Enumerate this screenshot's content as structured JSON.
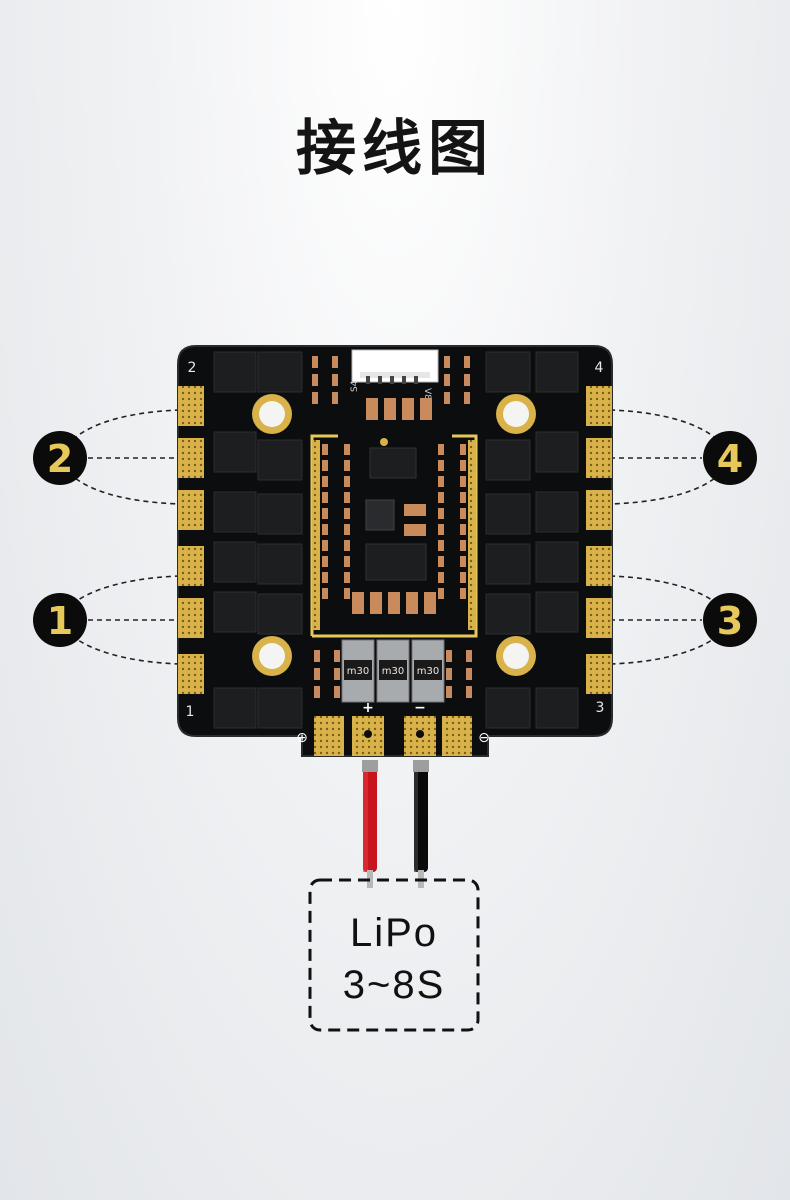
{
  "title": "接线图",
  "colors": {
    "board": "#0c0d0e",
    "pad_gold": "#d9b24a",
    "trace_gold": "#e7c85a",
    "motor_badge": "#0b0b0b",
    "positive_wire": "#c8141c",
    "negative_wire": "#0a0a0a"
  },
  "motors": [
    {
      "id": "1",
      "badge": "1",
      "corner_label": "1",
      "side": "left"
    },
    {
      "id": "2",
      "badge": "2",
      "corner_label": "2",
      "side": "left"
    },
    {
      "id": "3",
      "badge": "3",
      "corner_label": "3",
      "side": "right"
    },
    {
      "id": "4",
      "badge": "4",
      "corner_label": "4",
      "side": "right"
    }
  ],
  "board": {
    "connector_labels": [
      "S4",
      "V8"
    ],
    "chip_labels": [
      "m30",
      "m30",
      "m30"
    ],
    "pad_signs": [
      "+",
      "−"
    ],
    "terminal_symbols": [
      "⊕",
      "⊖"
    ]
  },
  "battery": {
    "line1": "LiPo",
    "line2": "3~8S"
  }
}
